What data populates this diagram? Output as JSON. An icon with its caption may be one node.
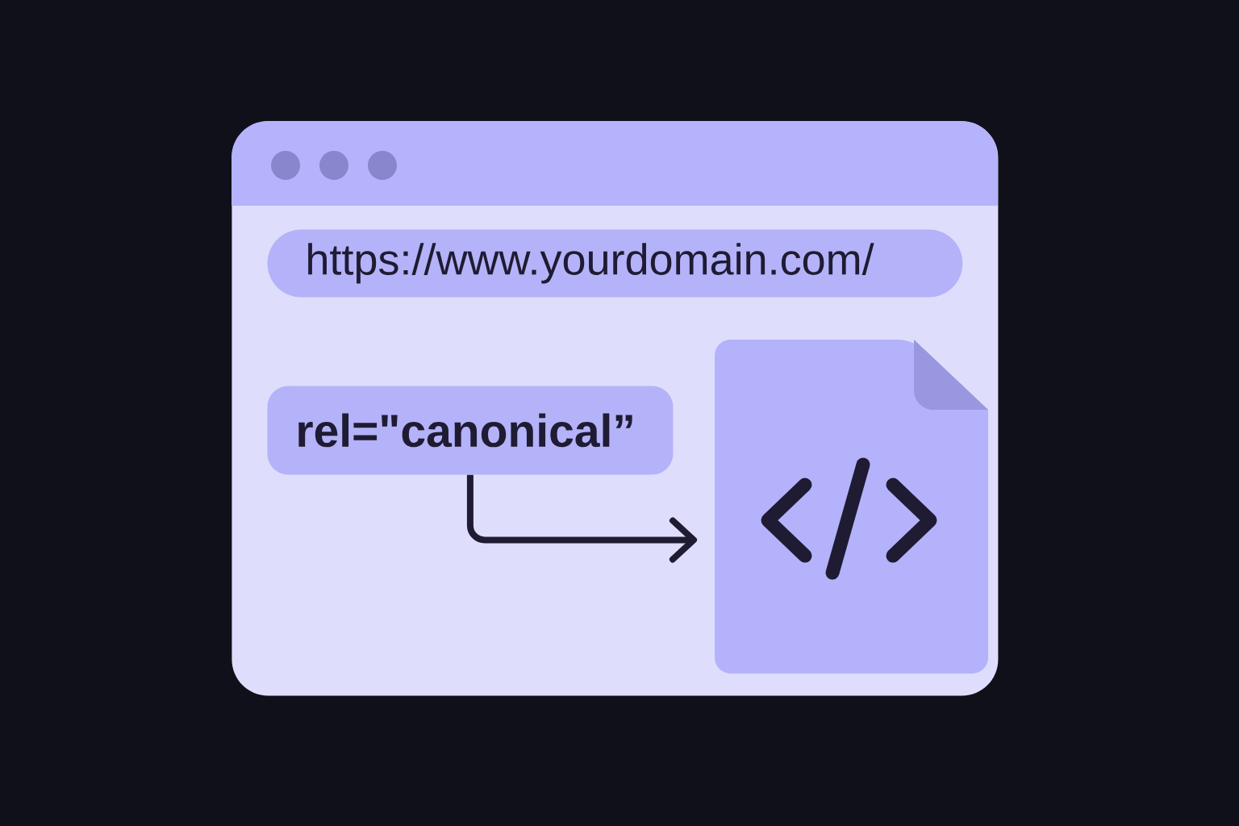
{
  "diagram": {
    "nodes": [
      {
        "text": [],
        "shape": "box"
      },
      {
        "text": [
          "https://www.yourdomain.com/"
        ],
        "in": 0
      },
      {
        "text": [
          "rel=\"canonical”"
        ],
        "in": 0
      },
      {
        "text": [],
        "shape": "document",
        "in": 0
      }
    ],
    "edges": [
      {
        "from": 2,
        "to": 3,
        "arrow": "to"
      }
    ]
  }
}
